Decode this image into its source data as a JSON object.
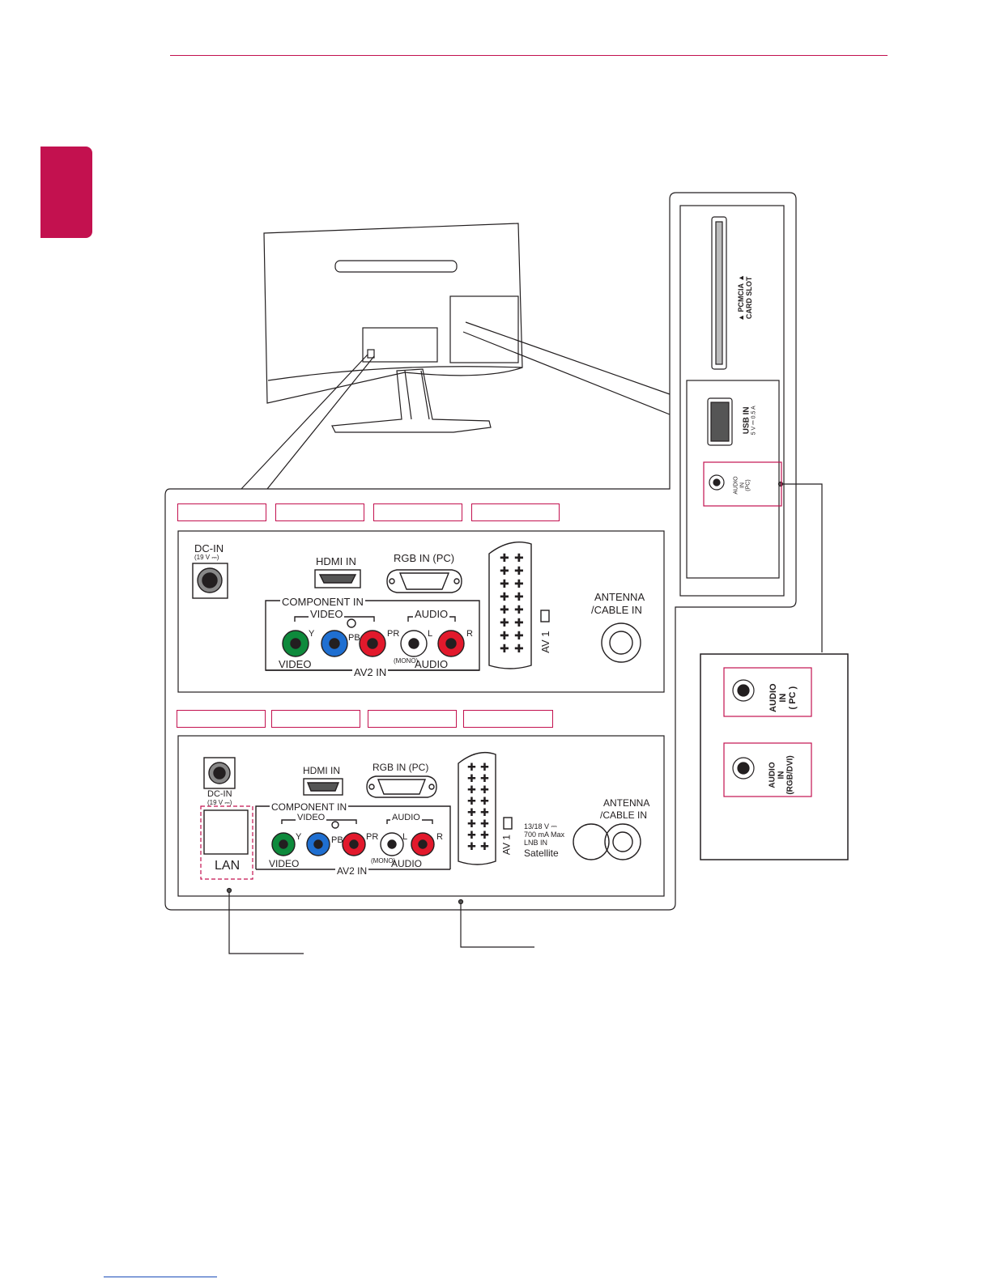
{
  "colors": {
    "accent": "#c3114f",
    "link": "#1a4bb8",
    "jack_green": "#0e8a3c",
    "jack_blue": "#1f6fd1",
    "jack_red": "#e2192c",
    "jack_white": "#ffffff"
  },
  "panel_a": {
    "dc_in": "DC-IN",
    "dc_in_sub": "(19 V ⎓)",
    "hdmi_in": "HDMI IN",
    "rgb_in": "RGB IN (PC)",
    "component_in": "COMPONENT IN",
    "video_top": "VIDEO",
    "audio_top": "AUDIO",
    "y": "Y",
    "pb": "PB",
    "pr": "PR",
    "l": "L",
    "r": "R",
    "video_bottom": "VIDEO",
    "av2_in": "AV2 IN",
    "mono": "(MONO)",
    "audio_bottom": "AUDIO",
    "av1": "AV 1",
    "antenna": "ANTENNA",
    "cable_in": "/CABLE IN"
  },
  "panel_b": {
    "dc_in": "DC-IN",
    "dc_in_sub": "(19 V ⎓)",
    "hdmi_in": "HDMI IN",
    "rgb_in": "RGB IN (PC)",
    "lan": "LAN",
    "component_in": "COMPONENT IN",
    "video_top": "VIDEO",
    "audio_top": "AUDIO",
    "y": "Y",
    "pb": "PB",
    "pr": "PR",
    "l": "L",
    "r": "R",
    "video_bottom": "VIDEO",
    "av2_in": "AV2 IN",
    "mono": "(MONO)",
    "audio_bottom": "AUDIO",
    "av1": "AV 1",
    "lnb_1": "13/18 V ⎓",
    "lnb_2": "700 mA Max",
    "lnb_3": "LNB IN",
    "satellite": "Satellite",
    "antenna": "ANTENNA",
    "cable_in": "/CABLE IN"
  },
  "side_panel": {
    "pcmcia_1": "▲ PCMCIA ▲",
    "pcmcia_2": "CARD SLOT",
    "usb_in": "USB IN",
    "usb_spec": "5 V ⎓ 0.5 A",
    "audio_in_1": "AUDIO",
    "audio_in_2": "IN",
    "audio_in_3": "(PC)"
  },
  "inset_panel": {
    "pc_1": "AUDIO",
    "pc_2": "IN",
    "pc_3": "( PC )",
    "dvi_1": "AUDIO",
    "dvi_2": "IN",
    "dvi_3": "(RGB/DVI)"
  }
}
